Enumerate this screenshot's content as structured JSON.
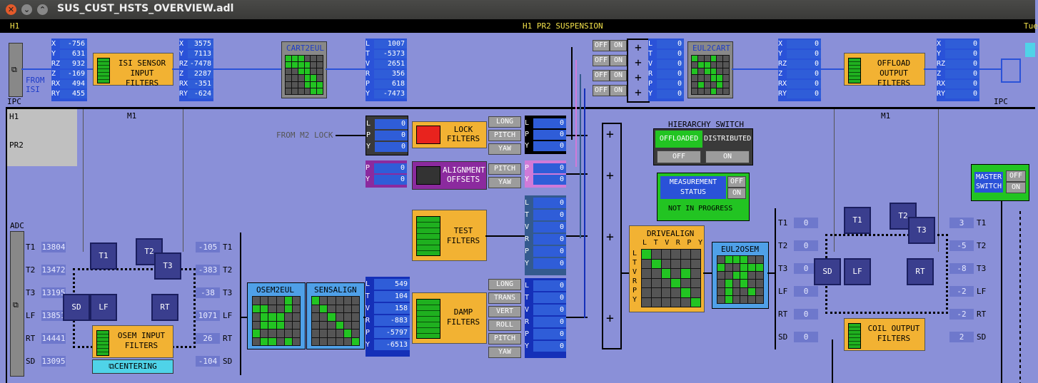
{
  "window": {
    "title": "SUS_CUST_HSTS_OVERVIEW.adl"
  },
  "topband": {
    "left": "H1",
    "center": "H1 PR2 SUSPENSION",
    "right": "Tue"
  },
  "ipc_left": {
    "label": "IPC",
    "from_label": "FROM ISI"
  },
  "ipc_right": {
    "label": "IPC"
  },
  "isi_values": {
    "labels": [
      "X",
      "Y",
      "RZ",
      "Z",
      "RX",
      "RY"
    ],
    "values": [
      "-756",
      "631",
      "932",
      "-169",
      "494",
      "455"
    ]
  },
  "isi_filter": {
    "label": "ISI SENSOR INPUT FILTERS"
  },
  "isi_out": {
    "labels": [
      "X",
      "Y",
      "RZ",
      "Z",
      "RX",
      "RY"
    ],
    "values": [
      "3575",
      "7113",
      "-7478",
      "2287",
      "-351",
      "-624"
    ]
  },
  "cart2eul": {
    "label": "CART2EUL"
  },
  "eul_vals": {
    "labels": [
      "L",
      "T",
      "V",
      "R",
      "P",
      "Y"
    ],
    "values": [
      "1007",
      "-5373",
      "2651",
      "356",
      "618",
      "-7473"
    ]
  },
  "offload_switches": [
    "OFF",
    "ON",
    "OFF",
    "ON",
    "OFF",
    "ON",
    "OFF",
    "ON"
  ],
  "drive_vals": {
    "labels": [
      "L",
      "T",
      "V",
      "R",
      "P",
      "Y"
    ],
    "values": [
      "0",
      "0",
      "0",
      "0",
      "0",
      "0"
    ]
  },
  "eul2cart": {
    "label": "EUL2CART"
  },
  "offload_in": {
    "labels": [
      "X",
      "Y",
      "RZ",
      "Z",
      "RX",
      "RY"
    ],
    "values": [
      "0",
      "0",
      "0",
      "0",
      "0",
      "0"
    ]
  },
  "offload_filter": {
    "label": "OFFLOAD OUTPUT FILTERS"
  },
  "offload_out": {
    "labels": [
      "X",
      "Y",
      "RZ",
      "Z",
      "RX",
      "RY"
    ],
    "values": [
      "0",
      "0",
      "0",
      "0",
      "0",
      "0"
    ]
  },
  "panel": {
    "h1": "H1",
    "pr2": "PR2",
    "m1_left": "M1",
    "m1_right": "M1",
    "adc": "ADC"
  },
  "from_m2": "FROM M2 LOCK",
  "lock_in": {
    "labels": [
      "L",
      "P",
      "Y"
    ],
    "values": [
      "0",
      "0",
      "0"
    ]
  },
  "lock_filter": {
    "label": "LOCK FILTERS"
  },
  "lock_btns": [
    "LONG",
    "PITCH",
    "YAW"
  ],
  "lock_out": {
    "labels": [
      "L",
      "P",
      "Y"
    ],
    "values": [
      "0",
      "0",
      "0"
    ]
  },
  "align_in": {
    "labels": [
      "P",
      "Y"
    ],
    "values": [
      "0",
      "0"
    ]
  },
  "align_filter": {
    "label": "ALIGNMENT OFFSETS"
  },
  "align_btns": [
    "PITCH",
    "YAW"
  ],
  "align_out": {
    "labels": [
      "P",
      "Y"
    ],
    "values": [
      "0",
      "0"
    ]
  },
  "test_filter": {
    "label": "TEST FILTERS"
  },
  "test_out": {
    "labels": [
      "L",
      "T",
      "V",
      "R",
      "P",
      "Y"
    ],
    "values": [
      "0",
      "0",
      "0",
      "0",
      "0",
      "0"
    ]
  },
  "damp_in": {
    "labels": [
      "L",
      "T",
      "V",
      "R",
      "P",
      "Y"
    ],
    "values": [
      "549",
      "104",
      "158",
      "-883",
      "-5797",
      "-6513"
    ]
  },
  "damp_filter": {
    "label": "DAMP FILTERS"
  },
  "damp_btns": [
    "LONG",
    "TRANS",
    "VERT",
    "ROLL",
    "PITCH",
    "YAW"
  ],
  "damp_out": {
    "labels": [
      "L",
      "T",
      "V",
      "R",
      "P",
      "Y"
    ],
    "values": [
      "0",
      "0",
      "0",
      "0",
      "0",
      "0"
    ]
  },
  "adc_vals": {
    "labels": [
      "T1",
      "T2",
      "T3",
      "LF",
      "RT",
      "SD"
    ],
    "values": [
      "13804",
      "13472",
      "13195",
      "13851",
      "14441",
      "13095"
    ]
  },
  "osem_out": {
    "labels": [
      "T1",
      "T2",
      "T3",
      "LF",
      "RT",
      "SD"
    ],
    "values": [
      "-105",
      "-383",
      "-38",
      "1071",
      "26",
      "-104"
    ]
  },
  "osem_filter": {
    "label": "OSEM INPUT FILTERS"
  },
  "centering": {
    "label": "CENTERING"
  },
  "osem2eul": {
    "label": "OSEM2EUL"
  },
  "sensalign": {
    "label": "SENSALIGN"
  },
  "hierarchy": {
    "title": "HIERARCHY SWITCH",
    "offloaded": "OFFLOADED",
    "distributed": "DISTRIBUTED",
    "off": "OFF",
    "on": "ON"
  },
  "measurement": {
    "label": "MEASUREMENT STATUS",
    "off": "OFF",
    "on": "ON",
    "status": "NOT IN PROGRESS"
  },
  "drivealign": {
    "label": "DRIVEALIGN",
    "cols": [
      "L",
      "T",
      "V",
      "R",
      "P",
      "Y"
    ],
    "rows": [
      "L",
      "T",
      "V",
      "R",
      "P",
      "Y"
    ]
  },
  "eul2osem": {
    "label": "EUL2OSEM"
  },
  "coil_in": {
    "labels": [
      "T1",
      "T2",
      "T3",
      "LF",
      "RT",
      "SD"
    ],
    "values": [
      "0",
      "0",
      "0",
      "0",
      "0",
      "0"
    ]
  },
  "coil_filter": {
    "label": "COIL OUTPUT FILTERS"
  },
  "coil_out": {
    "labels": [
      "T1",
      "T2",
      "T3",
      "LF",
      "RT",
      "SD"
    ],
    "values": [
      "3",
      "-5",
      "-8",
      "-2",
      "-2",
      "2"
    ]
  },
  "master": {
    "label": "MASTER SWITCH",
    "off": "OFF",
    "on": "ON"
  },
  "osem_icons": {
    "t1": "T1",
    "t2": "T2",
    "t3": "T3",
    "sd": "SD",
    "lf": "LF",
    "rt": "RT"
  }
}
